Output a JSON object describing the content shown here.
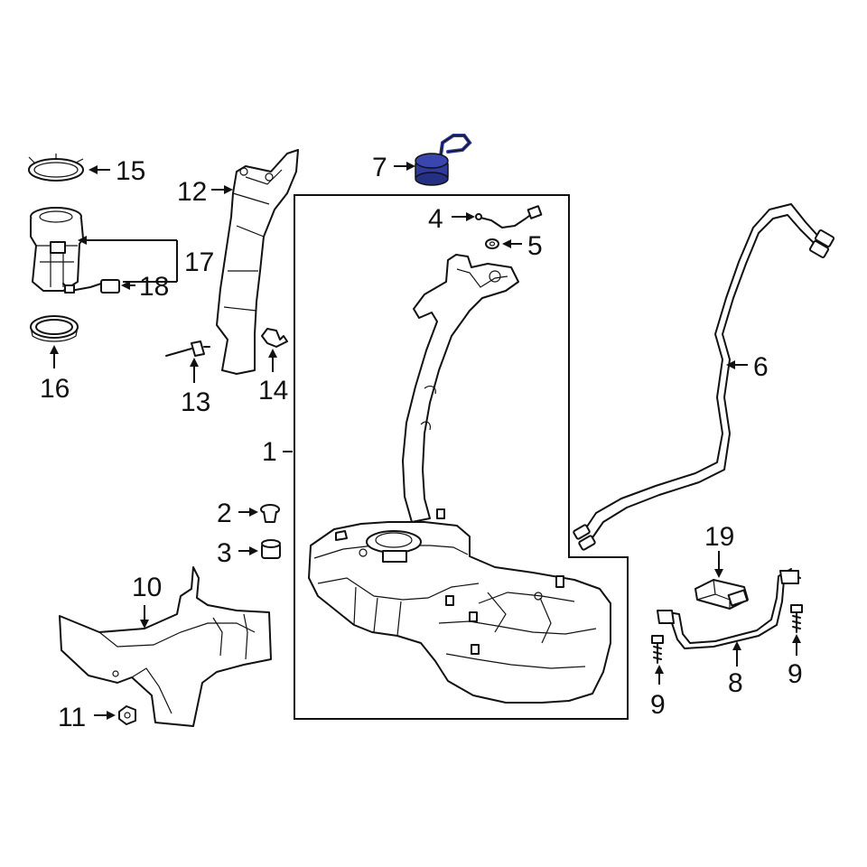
{
  "highlight_color": "#2f3a9a",
  "callouts": {
    "c1": "1",
    "c2": "2",
    "c3": "3",
    "c4": "4",
    "c5": "5",
    "c6": "6",
    "c7": "7",
    "c8": "8",
    "c9a": "9",
    "c9b": "9",
    "c10": "10",
    "c11": "11",
    "c12": "12",
    "c13": "13",
    "c14": "14",
    "c15": "15",
    "c16": "16",
    "c17": "17",
    "c18": "18",
    "c19": "19"
  }
}
